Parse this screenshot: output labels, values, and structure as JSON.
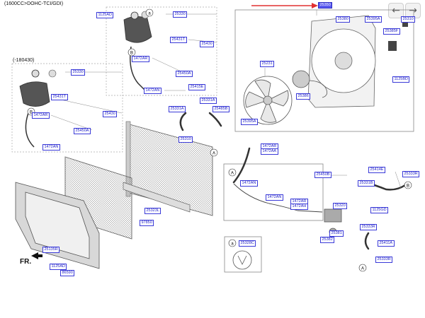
{
  "header": {
    "engine_spec": "(1600CC>DOHC-TCI/GDI)",
    "variant_note": "(-180430)",
    "front_marker": "FR."
  },
  "nav": {
    "prev_icon": "←",
    "next_icon": "→"
  },
  "callouts": {
    "a": "a",
    "A": "A",
    "B": "B"
  },
  "part_labels": {
    "p25350_main": "25350",
    "p25380_a": "25380",
    "p25395A": "25395A",
    "p25385F": "25385F",
    "p25310": "25310",
    "p25231": "25231",
    "p25386": "25386",
    "p25395A_b": "25395A",
    "p1125BD_r": "1125BD",
    "p1125AD": "1125AD",
    "p25330_top": "25330",
    "p25431T": "25431T",
    "p25430_top": "25430",
    "p1472AR_top": "1472AR",
    "p25450A_top": "25450A",
    "p1472AN_top": "1472AN",
    "p25330_mid": "25330",
    "p25431T_mid": "25431T",
    "p25430_mid": "25430",
    "p1472AR_mid": "1472AR",
    "p25450A_mid": "25450A",
    "p1472AN_mid": "1472AN",
    "p25415E": "25415E",
    "p25331A_l": "25331A",
    "p25331A_r": "25331A",
    "p25485B": "25485B",
    "p25310_rad": "25310",
    "p1472AR_c": "1472AR",
    "p1472AA": "1472AA",
    "p25450B": "25450B",
    "p1472AN_c": "1472AN",
    "p1472AN_c2": "1472AN",
    "p1472AR_c2": "1472AR",
    "p1472AH": "1472AH",
    "p25414E": "25414E",
    "p25331B": "25331B",
    "p25333R": "25333R",
    "p1125GD": "1125GD",
    "p25320": "25320",
    "p25333R_b": "25333R",
    "p25381": "25381",
    "p25382": "25382",
    "p25411A": "25411A",
    "p25333R_c": "25333R",
    "p25323L": "25323L",
    "p97850": "97850",
    "p25135R": "25135R",
    "p1125AD_b": "1125AD",
    "p86590": "86590",
    "p25328C": "25328C"
  }
}
